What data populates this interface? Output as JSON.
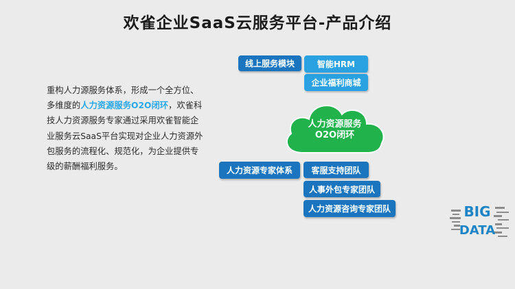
{
  "title": "欢雀企业SaaS云服务平台-产品介绍",
  "description": {
    "before": "重构人力源服务体系，形成一个全方位、多维度的",
    "highlight": "人力资源服务O2O闭环",
    "after": "，欢雀科技人力资源服务专家通过采用欢雀智能企业服务云SaaS平台实现对企业人力资源外包服务的流程化、规范化，为企业提供专级的薪酬福利服务。"
  },
  "diagram": {
    "online_module": "线上服务模块",
    "online_items": [
      "智能HRM",
      "企业福利商城"
    ],
    "cloud_line1": "人力资源服务",
    "cloud_line2": "O2O闭环",
    "expert_system": "人力资源专家体系",
    "expert_items": [
      "客服支持团队",
      "人事外包专家团队",
      "人力资源咨询专家团队"
    ]
  },
  "colors": {
    "dark_box": "#1a74be",
    "light_box": "#2aa2e1",
    "cloud": "#22b24c",
    "highlight": "#29a8e6"
  },
  "decoration": {
    "logo_top": "BIG",
    "logo_bottom": "DATA"
  }
}
